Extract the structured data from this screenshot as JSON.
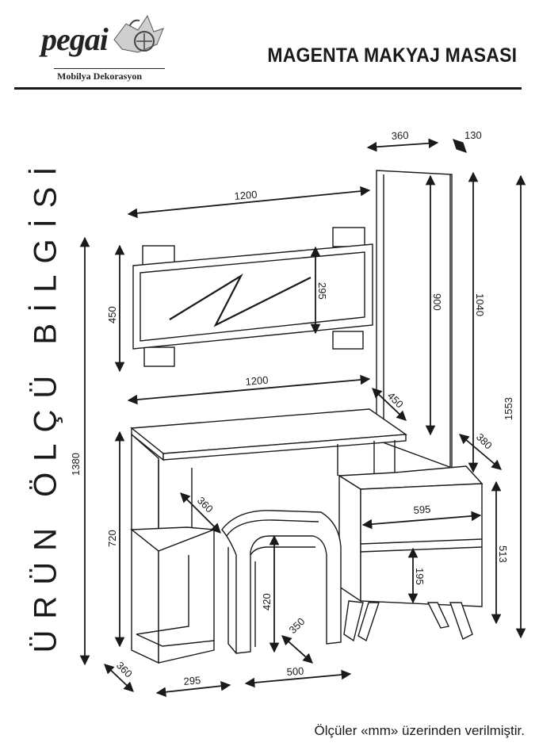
{
  "header": {
    "logo_text": "pegai",
    "logo_tagline": "Mobilya Dekorasyon",
    "title": "MAGENTA MAKYAJ MASASI"
  },
  "side_label": "ÜRÜN ÖLÇÜ BİLGİSİ",
  "footer_note": "Ölçüler «mm» üzerinden verilmiştir.",
  "dimensions": {
    "mirror_width": "1200",
    "mirror_height": "450",
    "mirror_glass_height": "295",
    "cabinet_width": "360",
    "cabinet_depth": "130",
    "cabinet_height": "900",
    "cabinet_total_height": "1040",
    "total_height": "1553",
    "desk_width": "1200",
    "desk_depth": "450",
    "unit_depth": "380",
    "left_height": "1380",
    "desk_height": "720",
    "shelf_depth": "360",
    "drawer_width": "595",
    "drawer_height": "195",
    "drawer_unit_height": "513",
    "stool_height": "420",
    "stool_depth": "350",
    "stool_width": "500",
    "base_width": "295",
    "base_depth": "360"
  }
}
